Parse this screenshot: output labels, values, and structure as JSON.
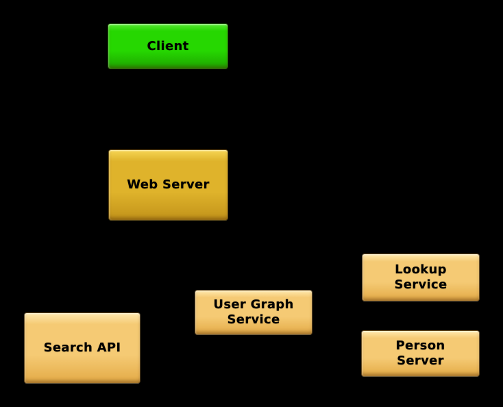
{
  "diagram": {
    "background_color": "#000000",
    "text_color": "#000000",
    "nodes": [
      {
        "id": "client",
        "label": "Client",
        "color": "green"
      },
      {
        "id": "web-server",
        "label": "Web Server",
        "color": "gold"
      },
      {
        "id": "search-api",
        "label": "Search API",
        "color": "tan"
      },
      {
        "id": "user-graph-service",
        "label": "User Graph\nService",
        "color": "tan"
      },
      {
        "id": "lookup-service",
        "label": "Lookup\nService",
        "color": "tan"
      },
      {
        "id": "person-server",
        "label": "Person\nServer",
        "color": "tan"
      }
    ],
    "colors": {
      "green": {
        "base": "#26d701",
        "highlight": "#58ea33",
        "shade": "#1da500"
      },
      "gold": {
        "base": "#dfb32b",
        "highlight": "#f6d654",
        "shade": "#c2931a"
      },
      "tan": {
        "base": "#f5ca74",
        "highlight": "#ffe9ae",
        "shade": "#e3aa46"
      }
    }
  }
}
